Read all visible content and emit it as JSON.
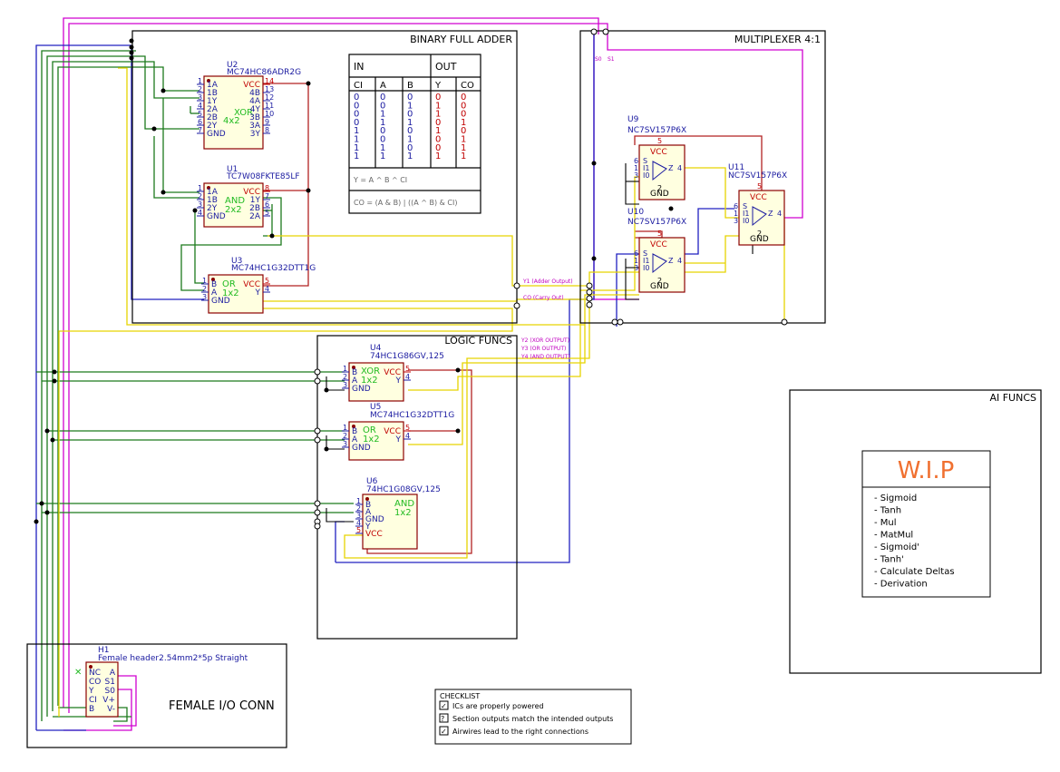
{
  "sections": {
    "full_adder": "BINARY FULL ADDER",
    "mux": "MULTIPLEXER 4:1",
    "logic": "LOGIC FUNCS",
    "ai": "AI FUNCS",
    "io": "FEMALE I/O CONN"
  },
  "truth_table": {
    "in_header": "IN",
    "out_header": "OUT",
    "cols": [
      "CI",
      "A",
      "B",
      "Y",
      "CO"
    ],
    "ci": [
      "0",
      "0",
      "0",
      "0",
      "1",
      "1",
      "1",
      "1"
    ],
    "a": [
      "0",
      "0",
      "1",
      "1",
      "0",
      "0",
      "1",
      "1"
    ],
    "b": [
      "0",
      "1",
      "0",
      "1",
      "0",
      "1",
      "0",
      "1"
    ],
    "y": [
      "0",
      "1",
      "1",
      "0",
      "1",
      "0",
      "0",
      "1"
    ],
    "co": [
      "0",
      "0",
      "0",
      "1",
      "0",
      "1",
      "1",
      "1"
    ],
    "eq_y": "Y = A ^ B ^ CI",
    "eq_co": "CO = (A & B) | ((A ^ B) & CI)"
  },
  "chips": {
    "u2": {
      "ref": "U2",
      "part": "MC74HC86ADR2G",
      "func": "XOR",
      "size": "4x2",
      "left_pins": [
        "1A",
        "1B",
        "1Y",
        "2A",
        "2B",
        "2Y",
        "GND"
      ],
      "left_nums": [
        "1",
        "2",
        "3",
        "4",
        "5",
        "6",
        "7"
      ],
      "right_pins": [
        "VCC",
        "4B",
        "4A",
        "4Y",
        "3B",
        "3A",
        "3Y"
      ],
      "right_nums": [
        "14",
        "13",
        "12",
        "11",
        "10",
        "9",
        "8"
      ]
    },
    "u1": {
      "ref": "U1",
      "part": "TC7W08FKTE85LF",
      "func": "AND",
      "size": "2x2",
      "left_pins": [
        "1A",
        "1B",
        "2Y",
        "GND"
      ],
      "left_nums": [
        "1",
        "2",
        "3",
        "4"
      ],
      "right_pins": [
        "VCC",
        "1Y",
        "2B",
        "2A"
      ],
      "right_nums": [
        "8",
        "7",
        "6",
        "5"
      ]
    },
    "u3": {
      "ref": "U3",
      "part": "MC74HC1G32DTT1G",
      "func": "OR",
      "size": "1x2",
      "left_pins": [
        "B",
        "A",
        "GND"
      ],
      "left_nums": [
        "1",
        "2",
        "3"
      ],
      "right_pins": [
        "VCC",
        "Y"
      ],
      "right_nums": [
        "5",
        "4"
      ]
    },
    "u4": {
      "ref": "U4",
      "part": "74HC1G86GV,125",
      "func": "XOR",
      "size": "1x2",
      "left_pins": [
        "B",
        "A",
        "GND"
      ],
      "left_nums": [
        "1",
        "2",
        "3"
      ],
      "right_pins": [
        "VCC",
        "Y"
      ],
      "right_nums": [
        "5",
        "4"
      ]
    },
    "u5": {
      "ref": "U5",
      "part": "MC74HC1G32DTT1G",
      "func": "OR",
      "size": "1x2",
      "left_pins": [
        "B",
        "A",
        "GND"
      ],
      "left_nums": [
        "1",
        "2",
        "3"
      ],
      "right_pins": [
        "VCC",
        "Y"
      ],
      "right_nums": [
        "5",
        "4"
      ]
    },
    "u6": {
      "ref": "U6",
      "part": "74HC1G08GV,125",
      "func": "AND",
      "size": "1x2",
      "left_pins": [
        "B",
        "A",
        "GND",
        "Y",
        "VCC"
      ],
      "left_nums": [
        "1",
        "2",
        "3",
        "4",
        "5"
      ]
    },
    "u9": {
      "ref": "U9",
      "part": "NC7SV157P6X"
    },
    "u10": {
      "ref": "U10",
      "part": "NC7SV157P6X"
    },
    "u11": {
      "ref": "U11",
      "part": "NC7SV157P6X"
    },
    "mux_pins": {
      "vcc": "VCC",
      "gnd": "GND",
      "s": "S",
      "i1": "I1",
      "i0": "I0",
      "z": "Z",
      "n_s": "6",
      "n_i1": "1",
      "n_i0": "3",
      "n_z": "4",
      "n_vcc": "5",
      "n_gnd": "2"
    },
    "h1": {
      "ref": "H1",
      "part": "Female header2.54mm2*5p Straight",
      "left": [
        "NC",
        "CO",
        "Y",
        "CI",
        "B"
      ],
      "right": [
        "A",
        "S1",
        "S0",
        "V+",
        "V-"
      ]
    }
  },
  "net_labels": {
    "y1": "Y1 (Adder Output)",
    "co": "CO (Carry Out)",
    "y2": "Y2 (XOR OUTPUT)",
    "y3": "Y3 (OR OUTPUT)",
    "y4": "Y4 (AND OUTPUT)",
    "s0": "S0",
    "s1": "S1"
  },
  "wip": {
    "title": "W.I.P",
    "items": [
      "- Sigmoid",
      "- Tanh",
      "- Mul",
      "- MatMul",
      "- Sigmoid'",
      "- Tanh'",
      "- Calculate Deltas",
      "- Derivation"
    ]
  },
  "checklist": {
    "title": "CHECKLIST",
    "items": [
      {
        "label": "ICs are properly powered",
        "mark": "✓"
      },
      {
        "label": "Section outputs match the intended outputs",
        "mark": "?"
      },
      {
        "label": "Airwires lead to the right connections",
        "mark": "✓"
      }
    ]
  },
  "colors": {
    "wire_green": "#1c7a1c",
    "wire_blue": "#2020c0",
    "wire_red": "#b22222",
    "wire_yellow": "#e6d400",
    "wire_magenta": "#d000d0",
    "wip_title": "#f07030"
  }
}
